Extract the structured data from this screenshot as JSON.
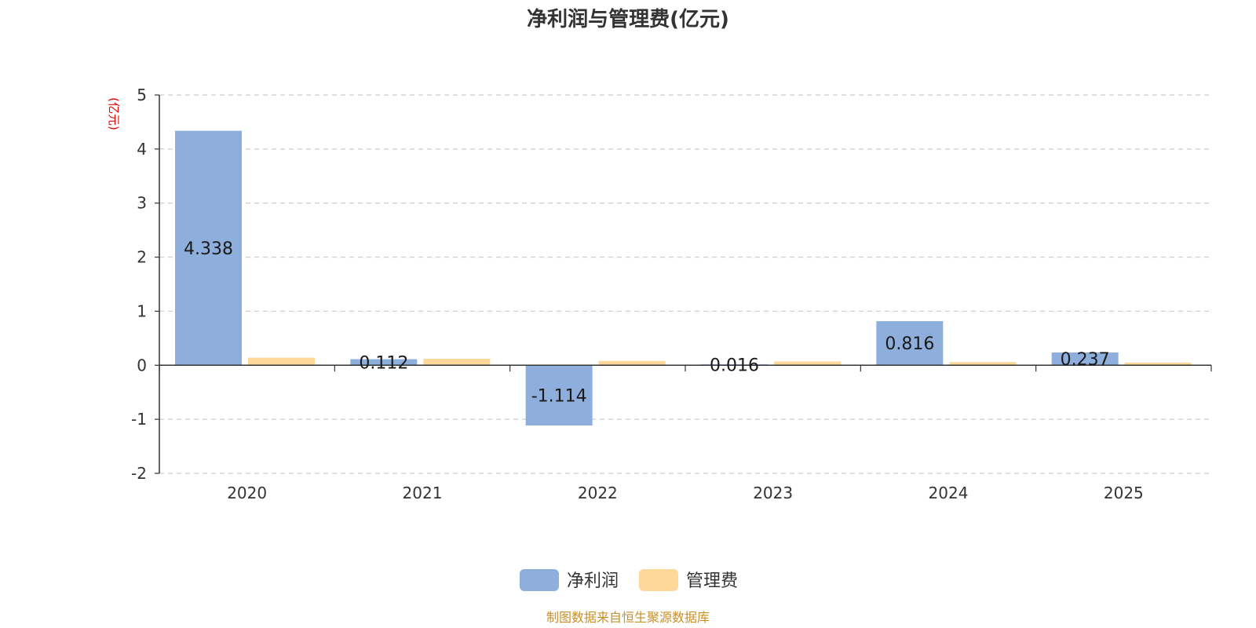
{
  "chart_data": {
    "type": "bar",
    "title": "净利润与管理费(亿元)",
    "y_unit_label": "(亿元)",
    "categories": [
      "2020",
      "2021",
      "2022",
      "2023",
      "2024",
      "2025"
    ],
    "series": [
      {
        "name": "净利润",
        "color": "#8eaedc",
        "values": [
          4.338,
          0.112,
          -1.114,
          0.016,
          0.816,
          0.237
        ],
        "labels": [
          "4.338",
          "0.112",
          "-1.114",
          "0.016",
          "0.816",
          "0.237"
        ]
      },
      {
        "name": "管理费",
        "color": "#fdd899",
        "values": [
          0.14,
          0.12,
          0.08,
          0.07,
          0.06,
          0.05
        ]
      }
    ],
    "ylim": [
      -2,
      5
    ],
    "yticks": [
      "5",
      "4",
      "3",
      "2",
      "1",
      "0",
      "-1",
      "-2"
    ],
    "grid": true,
    "legend_position": "bottom-center"
  },
  "footer": {
    "source": "制图数据来自恒生聚源数据库"
  }
}
